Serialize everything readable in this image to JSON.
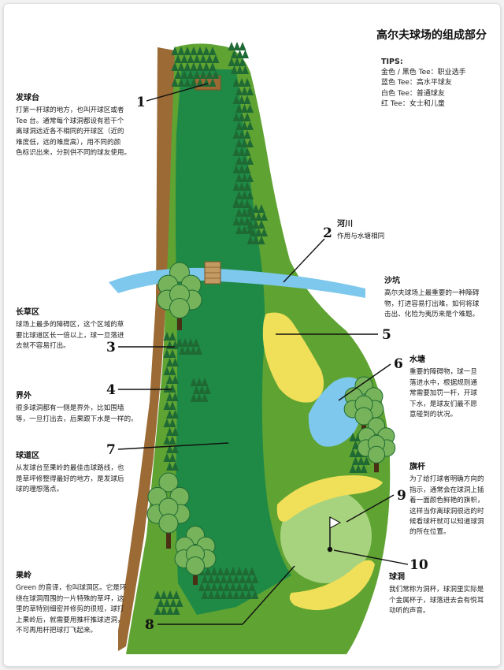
{
  "title": "高尔夫球场的组成部分",
  "tips": {
    "heading": "TIPS:",
    "lines": [
      "金色 / 黑色 Tee：职业选手",
      "蓝色 Tee：高水平球友",
      "白色 Tee：普通球友",
      "红 Tee：女士和儿童"
    ]
  },
  "sections": {
    "tee": {
      "heading": "发球台",
      "lines": [
        "打第一杆球的地方，也叫开球区或者",
        "Tee 台。通常每个球洞都设有若干个",
        "离球洞远近各不相同的开球区（近的",
        "难度低，远的难度高），用不同的颜",
        "色标识出来，分别供不同的球友使用。"
      ]
    },
    "river": {
      "heading": "河川",
      "lines": [
        "作用与水塘相同"
      ]
    },
    "bunker": {
      "heading": "沙坑",
      "lines": [
        "高尔夫球场上最重要的一种障碍",
        "物，打进容易打出难，如何将球",
        "击出、化险为夷历来是个难题。"
      ]
    },
    "rough": {
      "heading": "长草区",
      "lines": [
        "球场上最多的障碍区，这个区域的草",
        "要比球道区长一倍以上，球一旦落进",
        "去就不容易打出。"
      ]
    },
    "pond": {
      "heading": "水塘",
      "lines": [
        "重要的障碍物，球一旦",
        "落进水中，根据规则通",
        "常需要加罚一杆，开球",
        "下水，是球友们最不愿",
        "意碰到的状况。"
      ]
    },
    "ob": {
      "heading": "界外",
      "lines": [
        "很多球洞都有一侧是界外，比如围墙",
        "等，一旦打出去，后果跟下水是一样的。"
      ]
    },
    "fairway": {
      "heading": "球道区",
      "lines": [
        "从发球台至果岭的最佳击球路线，也",
        "是草坪修整得最好的地方，是发球后",
        "球的理想落点。"
      ]
    },
    "flag": {
      "heading": "旗杆",
      "lines": [
        "为了给打球者明确方向的",
        "指示，通常会在球洞上插",
        "着一面颜色鲜艳的旗帜，",
        "这样当你离球洞很远的时",
        "候看球杆就可以知道球洞",
        "的所在位置。"
      ]
    },
    "green": {
      "heading": "果岭",
      "lines": [
        "Green 的音译，也叫球洞区。它是环",
        "绕在球洞周围的一片特殊的草坪，这",
        "里的草特别细密并修剪的很短，球打",
        "上果岭后，就需要用推杆推球进洞，",
        "不可再用杆把球打飞起来。"
      ]
    },
    "hole": {
      "heading": "球洞",
      "lines": [
        "我们常称为洞杯，球洞里实际是",
        "个金属杯子，球落进去会有悦耳",
        "动听的声音。"
      ]
    }
  },
  "callouts": [
    "1",
    "2",
    "3",
    "4",
    "5",
    "6",
    "7",
    "8",
    "9",
    "10"
  ],
  "colors": {
    "rough": "#5fa333",
    "fairway": "#1f8a46",
    "green": "#a7d27e",
    "bunker": "#f0df58",
    "water": "#7dc8ec",
    "oob_strip": "#9b6a35",
    "tree_dark": "#1f6a34",
    "tree_light": "#77b35a"
  }
}
